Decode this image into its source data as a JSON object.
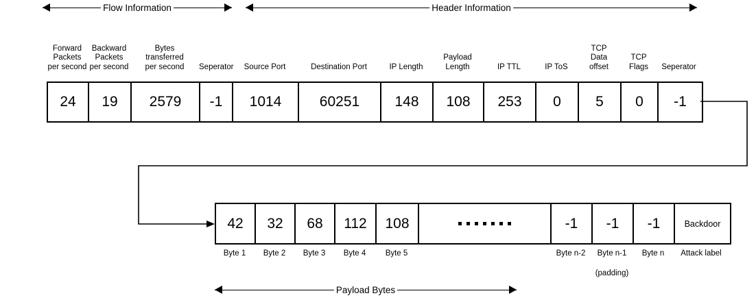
{
  "spans": {
    "flow": "Flow Information",
    "header": "Header Information",
    "payload": "Payload Bytes"
  },
  "feature_vector": {
    "columns": [
      {
        "header": "Forward\nPackets\nper second",
        "value": "24"
      },
      {
        "header": "Backward\nPackets\nper second",
        "value": "19"
      },
      {
        "header": "Bytes\ntransferred\nper second",
        "value": "2579"
      },
      {
        "header": "Seperator",
        "value": "-1"
      },
      {
        "header": "Source Port",
        "value": "1014"
      },
      {
        "header": "Destination Port",
        "value": "60251"
      },
      {
        "header": "IP Length",
        "value": "148"
      },
      {
        "header": "Payload\nLength",
        "value": "108"
      },
      {
        "header": "IP TTL",
        "value": "253"
      },
      {
        "header": "IP ToS",
        "value": "0"
      },
      {
        "header": "TCP\nData\noffset",
        "value": "5"
      },
      {
        "header": "TCP\nFlags",
        "value": "0"
      },
      {
        "header": "Seperator",
        "value": "-1"
      }
    ]
  },
  "payload_vector": {
    "cells": [
      {
        "value": "42",
        "label": "Byte 1",
        "sublabel": ""
      },
      {
        "value": "32",
        "label": "Byte 2",
        "sublabel": ""
      },
      {
        "value": "68",
        "label": "Byte 3",
        "sublabel": ""
      },
      {
        "value": "112",
        "label": "Byte 4",
        "sublabel": ""
      },
      {
        "value": "108",
        "label": "Byte 5",
        "sublabel": ""
      },
      {
        "value": ".......",
        "label": "",
        "sublabel": ""
      },
      {
        "value": "-1",
        "label": "Byte n-2",
        "sublabel": ""
      },
      {
        "value": "-1",
        "label": "Byte n-1",
        "sublabel": "(padding)"
      },
      {
        "value": "-1",
        "label": "Byte n",
        "sublabel": ""
      },
      {
        "value": "Backdoor",
        "label": "Attack label",
        "sublabel": ""
      }
    ],
    "ellipsis_dot_count": 7
  },
  "colors": {
    "stroke": "#000000",
    "background": "#ffffff"
  }
}
